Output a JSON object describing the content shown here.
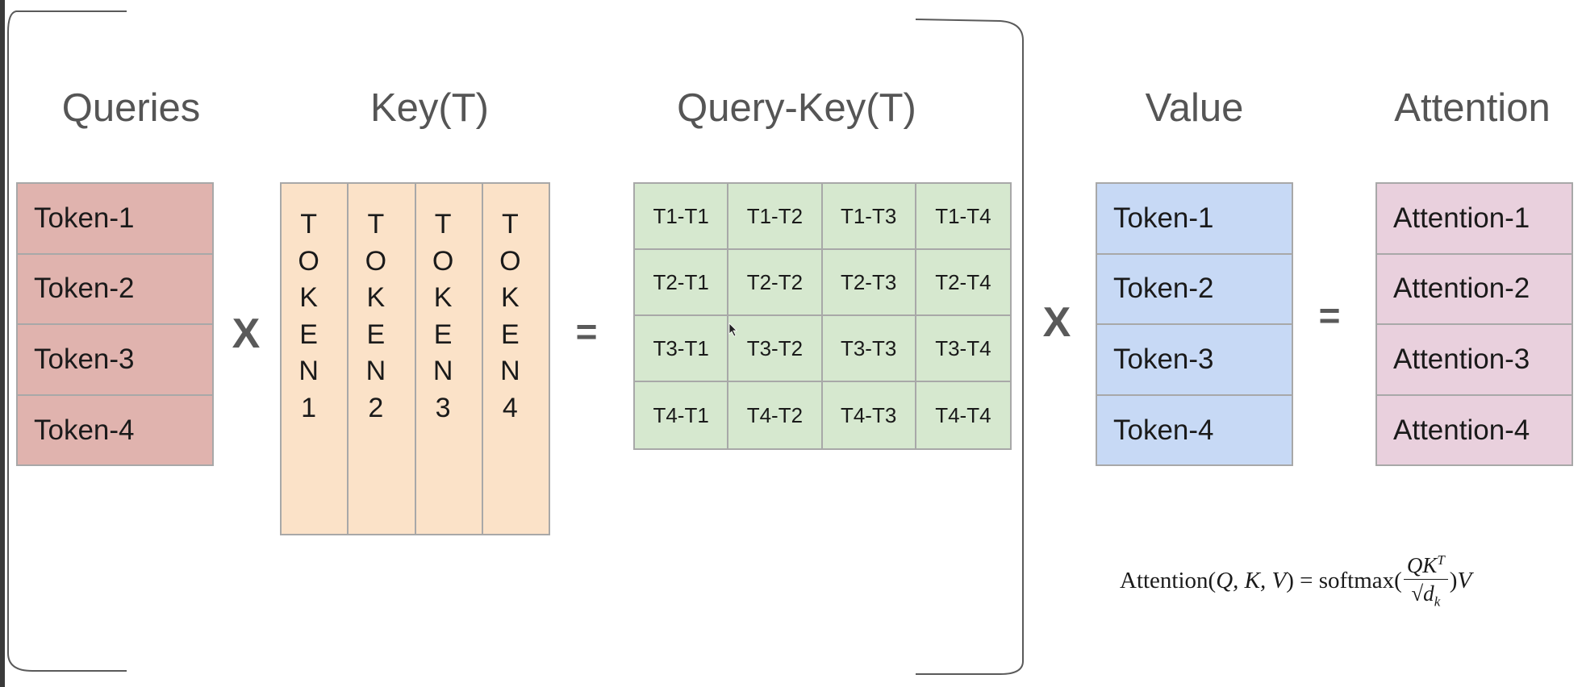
{
  "headings": {
    "queries": "Queries",
    "key_t": "Key(T)",
    "query_key_t": "Query-Key(T)",
    "value": "Value",
    "attention": "Attention"
  },
  "operators": {
    "times_1": "X",
    "equals_1": "=",
    "times_2": "X",
    "equals_2": "="
  },
  "queries": [
    "Token-1",
    "Token-2",
    "Token-3",
    "Token-4"
  ],
  "key_columns": [
    [
      "T",
      "O",
      "K",
      "E",
      "N",
      "1"
    ],
    [
      "T",
      "O",
      "K",
      "E",
      "N",
      "2"
    ],
    [
      "T",
      "O",
      "K",
      "E",
      "N",
      "3"
    ],
    [
      "T",
      "O",
      "K",
      "E",
      "N",
      "4"
    ]
  ],
  "query_key_matrix": [
    [
      "T1-T1",
      "T1-T2",
      "T1-T3",
      "T1-T4"
    ],
    [
      "T2-T1",
      "T2-T2",
      "T2-T3",
      "T2-T4"
    ],
    [
      "T3-T1",
      "T3-T2",
      "T3-T3",
      "T3-T4"
    ],
    [
      "T4-T1",
      "T4-T2",
      "T4-T3",
      "T4-T4"
    ]
  ],
  "values": [
    "Token-1",
    "Token-2",
    "Token-3",
    "Token-4"
  ],
  "attention": [
    "Attention-1",
    "Attention-2",
    "Attention-3",
    "Attention-4"
  ],
  "formula": {
    "lhs": "Attention(",
    "args": "Q, K, V",
    "rhs_open": ") = softmax(",
    "numerator": "QK",
    "numerator_sup": "T",
    "denominator": "√d",
    "denominator_sub": "k",
    "rhs_close": ")",
    "tail": "V"
  },
  "colors": {
    "queries_fill": "#e0b3ae",
    "key_fill": "#fbe2c8",
    "qk_fill": "#d6e8cf",
    "value_fill": "#c7d9f5",
    "attention_fill": "#e9d0dd",
    "border": "#a8a8a8",
    "heading_text": "#555555"
  }
}
